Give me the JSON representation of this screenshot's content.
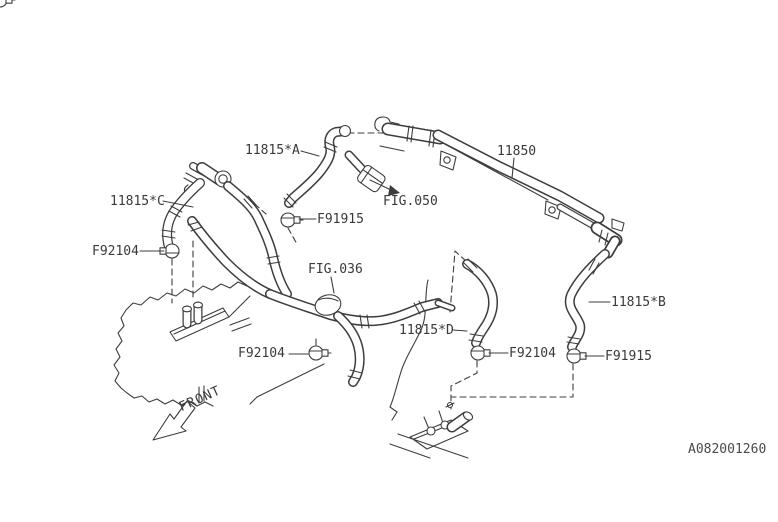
{
  "drawing": {
    "code": "A082001260",
    "front_indicator": "FRONT",
    "line_color": "#3d3d3d",
    "background": "#ffffff"
  },
  "callouts": {
    "hose_a": "11815*A",
    "pipe_assembly": "11850",
    "hose_c": "11815*C",
    "hose_b": "11815*B",
    "hose_d": "11815*D",
    "clamp_f91915_upper": "F91915",
    "clamp_f91915_lower": "F91915",
    "clamp_f92104_left": "F92104",
    "clamp_f92104_center": "F92104",
    "clamp_f92104_right": "F92104",
    "fig_050": "FIG.050",
    "fig_036": "FIG.036"
  }
}
